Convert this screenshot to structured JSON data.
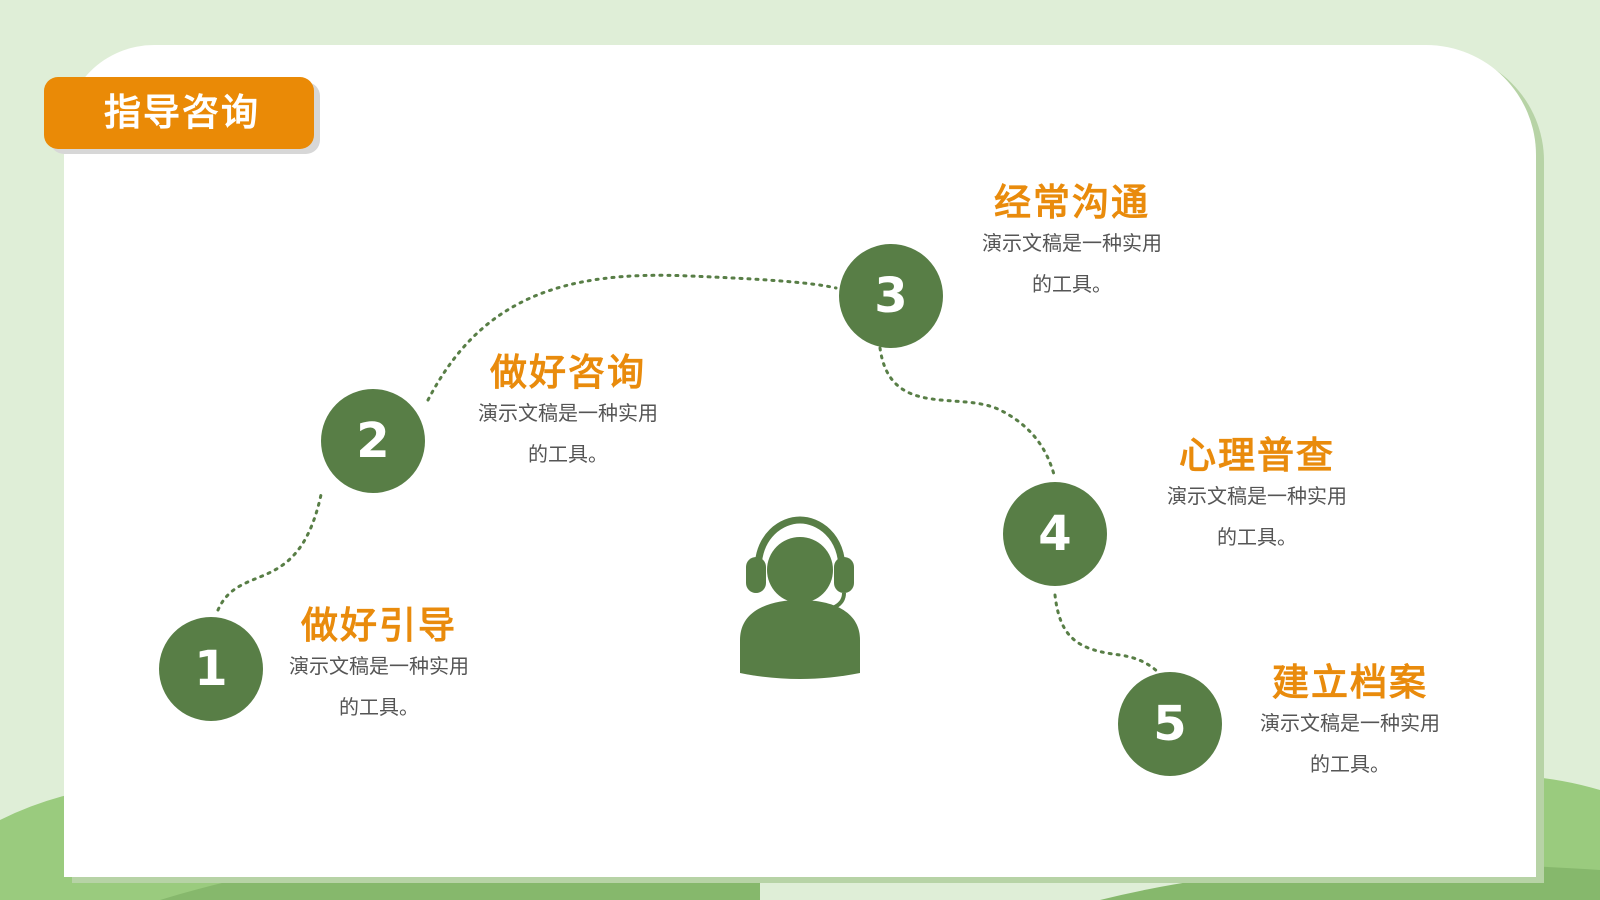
{
  "header": {
    "title": "指导咨询"
  },
  "colors": {
    "accent": "#ea8a06",
    "step_green": "#587e46",
    "background": "#dfeed7",
    "dots": "#587e46"
  },
  "center_icon": "headset-agent-icon",
  "steps": [
    {
      "number": "1",
      "title": "做好引导",
      "desc_line1": "演示文稿是一种实用",
      "desc_line2": "的工具。"
    },
    {
      "number": "2",
      "title": "做好咨询",
      "desc_line1": "演示文稿是一种实用",
      "desc_line2": "的工具。"
    },
    {
      "number": "3",
      "title": "经常沟通",
      "desc_line1": "演示文稿是一种实用",
      "desc_line2": "的工具。"
    },
    {
      "number": "4",
      "title": "心理普查",
      "desc_line1": "演示文稿是一种实用",
      "desc_line2": "的工具。"
    },
    {
      "number": "5",
      "title": "建立档案",
      "desc_line1": "演示文稿是一种实用",
      "desc_line2": "的工具。"
    }
  ]
}
